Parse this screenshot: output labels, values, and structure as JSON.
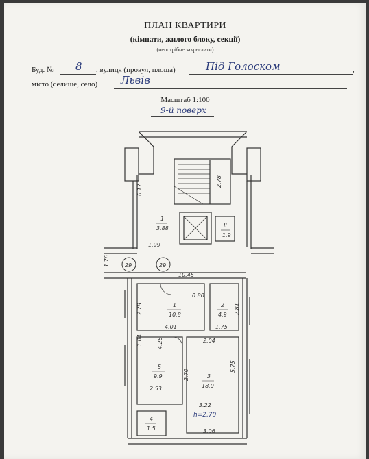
{
  "header": {
    "title": "ПЛАН КВАРТИРИ",
    "subtitle": "(кімнати, жилого блоку, секції)",
    "note": "(непотрібне закреслити)"
  },
  "address": {
    "building_label": "Буд. №",
    "building_value": "8",
    "street_label": ", вулиця (провул, площа)",
    "street_value": "Під Голоском",
    "city_label": "місто (селище, село)",
    "city_value": "Львів"
  },
  "scale": "Масштаб 1:100",
  "floor": "9-й поверх",
  "plan": {
    "markers": [
      "29",
      "29"
    ],
    "dimensions": {
      "stair_height": "6.17",
      "stair_side": "2.78",
      "corridor_width": "1.99",
      "left_offset": "1.76",
      "overall_width": "10.45",
      "room1_height": "2.78",
      "room1_door": "0.80",
      "room1_width": "4.01",
      "room2_height": "2.81",
      "room2_width": "1.75",
      "room5_top": "1.04",
      "room5_mid": "4.26",
      "room5_width": "2.53",
      "room3_top": "2.04",
      "room3_left": "2.70",
      "room3_right": "5.75",
      "room3_width": "3.22",
      "room3_bottom": "3.06",
      "ceiling": "h=2.70"
    },
    "rooms": [
      {
        "num": "1",
        "area": "3.88"
      },
      {
        "num": "II",
        "area": "1.9"
      },
      {
        "num": "1",
        "area": "10.8"
      },
      {
        "num": "2",
        "area": "4.9"
      },
      {
        "num": "5",
        "area": "9.9"
      },
      {
        "num": "3",
        "area": "18.0"
      },
      {
        "num": "4",
        "area": "1.5"
      }
    ]
  }
}
